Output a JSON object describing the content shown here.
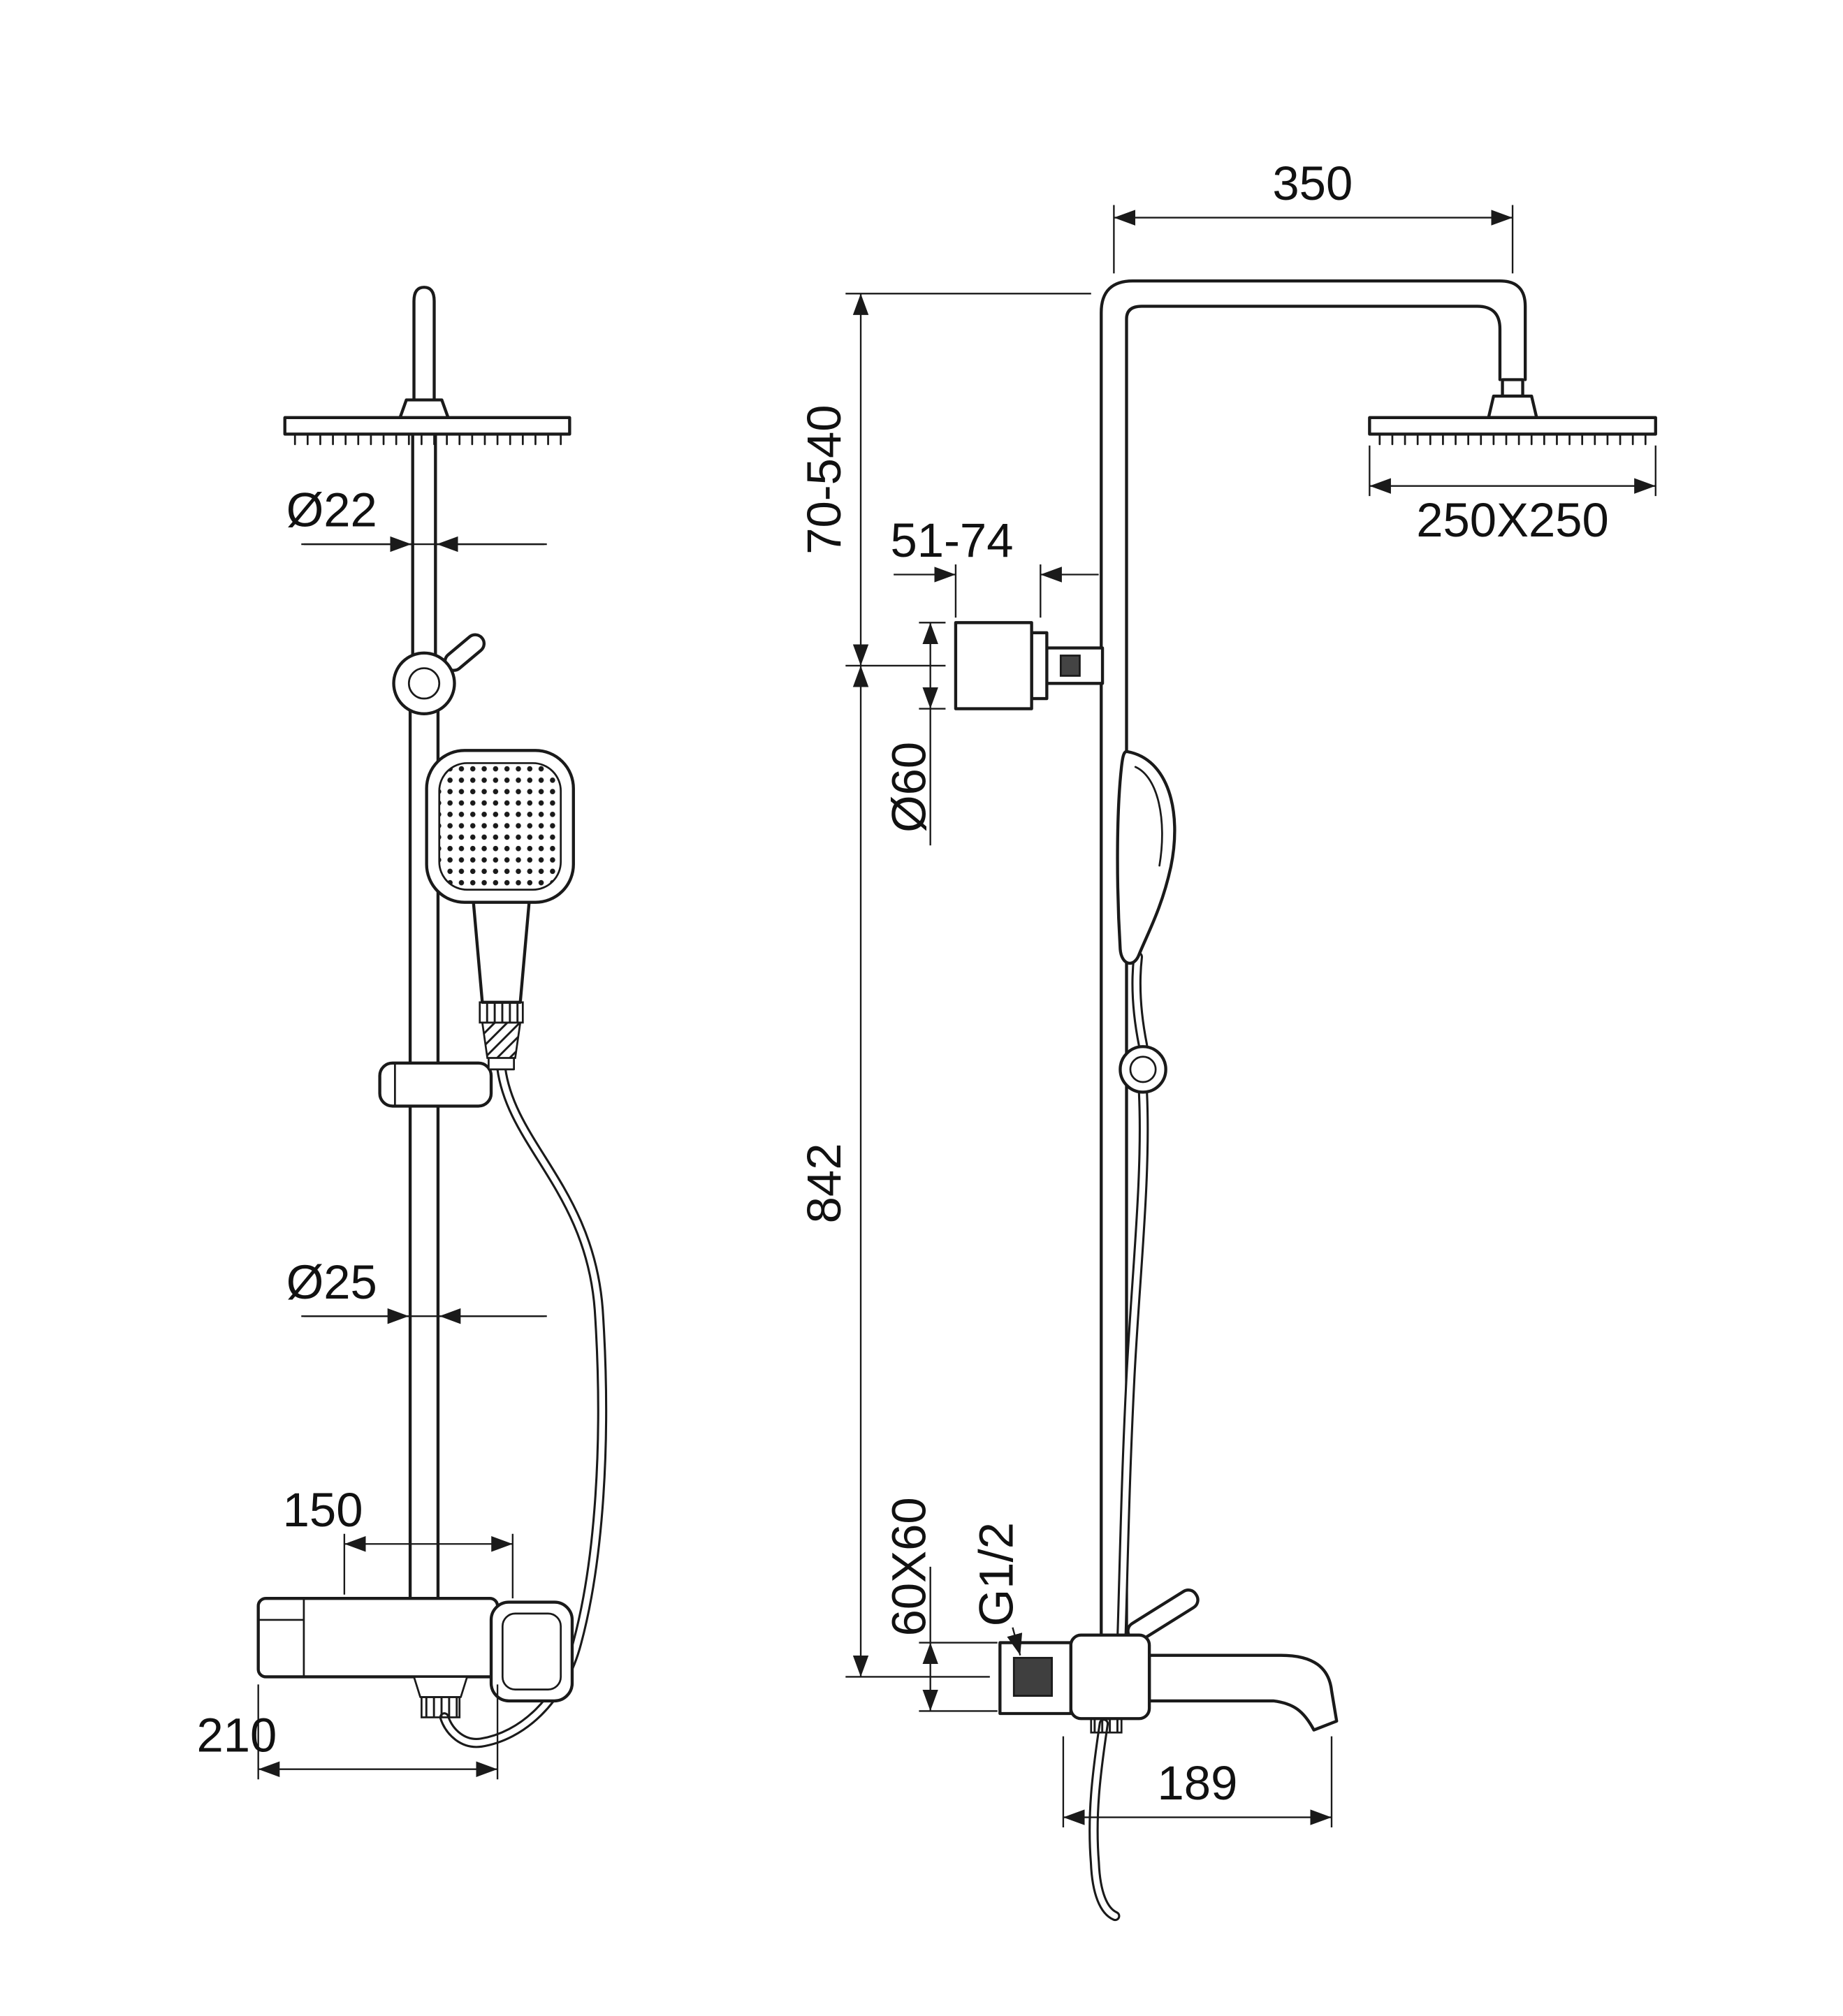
{
  "drawing": {
    "ink_color": "#1a1a1a",
    "background_color": "#ffffff"
  },
  "front_view": {
    "upper_pipe_diameter": "Ø22",
    "hand_pipe_diameter": "Ø25",
    "port_spacing": "150",
    "mixer_width": "210"
  },
  "side_view": {
    "arm_reach": "350",
    "head_size": "250X250",
    "height_range": "70-540",
    "bracket_depth": "51-74",
    "bracket_diameter": "Ø60",
    "column_height": "842",
    "union_size": "60X60",
    "thread": "G1/2",
    "spout_reach": "189"
  }
}
